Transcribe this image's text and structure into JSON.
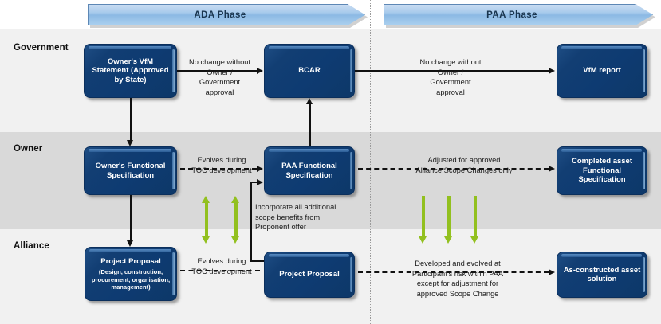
{
  "phases": [
    {
      "id": "ada",
      "label": "ADA Phase"
    },
    {
      "id": "paa",
      "label": "PAA Phase"
    }
  ],
  "lanes": [
    {
      "id": "government",
      "label": "Government"
    },
    {
      "id": "owner",
      "label": "Owner"
    },
    {
      "id": "alliance",
      "label": "Alliance"
    }
  ],
  "nodes": {
    "vfm_statement": {
      "title": "Owner's VfM Statement (Approved by State)"
    },
    "bcar": {
      "title": "BCAR"
    },
    "vfm_report": {
      "title": "VfM report"
    },
    "owners_functional_spec": {
      "title": "Owner's Functional Specification"
    },
    "paa_functional_spec": {
      "title": "PAA Functional Specification"
    },
    "completed_asset": {
      "title": "Completed asset Functional Specification"
    },
    "project_proposal_left": {
      "title": "Project  Proposal",
      "subtitle": "(Design, construction, procurement, organisation, management)"
    },
    "project_proposal_right": {
      "title": "Project Proposal"
    },
    "as_constructed": {
      "title": "As-constructed asset solution"
    }
  },
  "edge_labels": {
    "no_change_gov_ada": "No change without\nOwner /\nGovernment\napproval",
    "no_change_gov_paa": "No change without\nOwner /\nGovernment\napproval",
    "evolves_owner": "Evolves during\nTOC development",
    "adjusted_owner": "Adjusted for approved\nAlliance Scope Changes only",
    "incorporate": "Incorporate all additional\nscope benefits from\nProponent offer",
    "evolves_alliance": "Evolves during\nTOC development",
    "developed_alliance": "Developed and evolved at\nParticipant's risk within PAA\nexcept for adjustment for\napproved Scope Change"
  },
  "colors": {
    "node_fill": "#123e73",
    "phase_banner": "#a9cbec",
    "lane_government": "#f1f1f1",
    "lane_owner": "#d9d9d9",
    "lane_alliance": "#f1f1f1",
    "green_arrow": "#92c01f",
    "connector": "#111111"
  }
}
